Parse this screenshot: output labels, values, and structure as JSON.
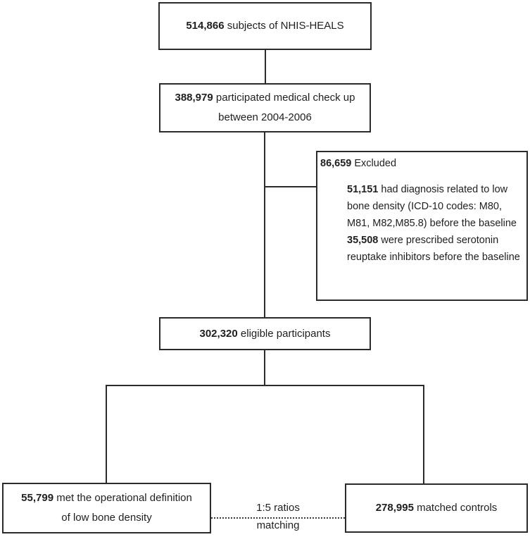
{
  "colors": {
    "background": "#ffffff",
    "border": "#2b2b2b",
    "text": "#1f1f1f"
  },
  "flowchart": {
    "box1": {
      "value": "514,866",
      "label": " subjects of NHIS-HEALS"
    },
    "box2": {
      "value": "388,979",
      "label": " participated medical check up",
      "line2": "between 2004-2006"
    },
    "exclusion": {
      "value": "86,659",
      "label": " Excluded",
      "items": [
        {
          "value": "51,151",
          "text": " had diagnosis related to low bone density (ICD-10 codes: M80, M81, M82,M85.8) before the baseline"
        },
        {
          "value": "35,508",
          "text": " were prescribed serotonin reuptake inhibitors before the baseline"
        }
      ]
    },
    "box3": {
      "value": "302,320",
      "label": " eligible participants"
    },
    "box_left": {
      "value": "55,799",
      "label": " met the operational definition",
      "line2": "of low bone density"
    },
    "box_right": {
      "value": "278,995",
      "label": " matched controls"
    },
    "match_label": {
      "line1": "1:5 ratios",
      "line2": "matching"
    }
  }
}
